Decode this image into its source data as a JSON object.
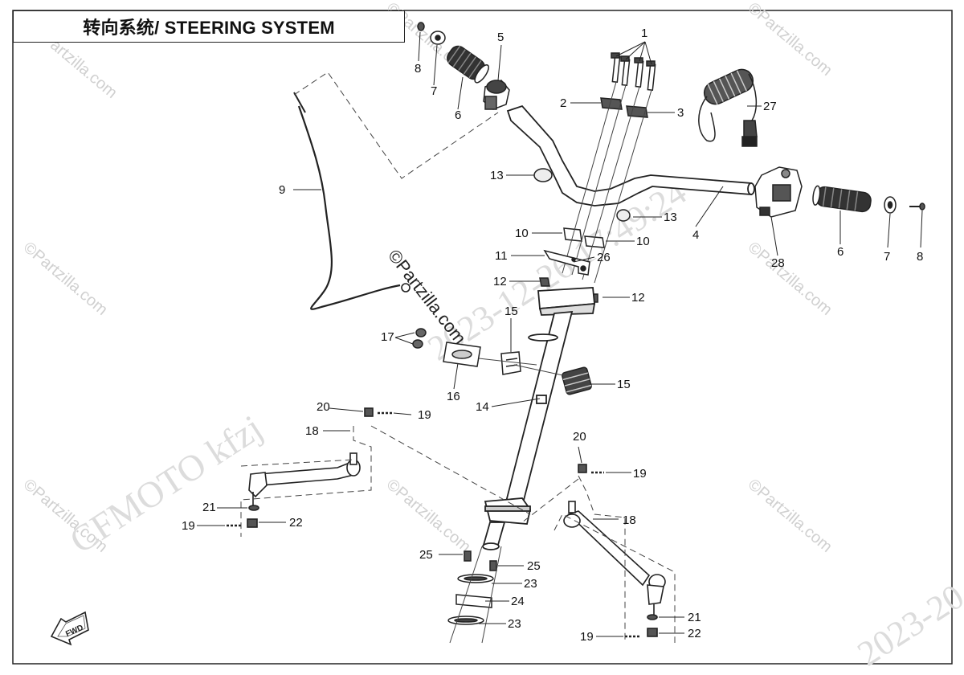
{
  "title": "转向系统/ STEERING SYSTEM",
  "fwd_label": "FWD",
  "watermarks": {
    "partzilla": "©Partzilla.com",
    "cfmoto": "CFMOTO  kfzj",
    "timestamp": "2023-12-26  17:49:24",
    "corner": "2023-20"
  },
  "callouts": [
    {
      "id": "c1",
      "text": "1"
    },
    {
      "id": "c2",
      "text": "2"
    },
    {
      "id": "c3",
      "text": "3"
    },
    {
      "id": "c4",
      "text": "4"
    },
    {
      "id": "c5",
      "text": "5"
    },
    {
      "id": "c6a",
      "text": "6"
    },
    {
      "id": "c6b",
      "text": "6"
    },
    {
      "id": "c7a",
      "text": "7"
    },
    {
      "id": "c7b",
      "text": "7"
    },
    {
      "id": "c8a",
      "text": "8"
    },
    {
      "id": "c8b",
      "text": "8"
    },
    {
      "id": "c9",
      "text": "9"
    },
    {
      "id": "c10a",
      "text": "10"
    },
    {
      "id": "c10b",
      "text": "10"
    },
    {
      "id": "c11",
      "text": "11"
    },
    {
      "id": "c12a",
      "text": "12"
    },
    {
      "id": "c12b",
      "text": "12"
    },
    {
      "id": "c13a",
      "text": "13"
    },
    {
      "id": "c13b",
      "text": "13"
    },
    {
      "id": "c14",
      "text": "14"
    },
    {
      "id": "c15a",
      "text": "15"
    },
    {
      "id": "c15b",
      "text": "15"
    },
    {
      "id": "c16",
      "text": "16"
    },
    {
      "id": "c17",
      "text": "17"
    },
    {
      "id": "c18a",
      "text": "18"
    },
    {
      "id": "c18b",
      "text": "18"
    },
    {
      "id": "c19a",
      "text": "19"
    },
    {
      "id": "c19b",
      "text": "19"
    },
    {
      "id": "c19c",
      "text": "19"
    },
    {
      "id": "c19d",
      "text": "19"
    },
    {
      "id": "c20a",
      "text": "20"
    },
    {
      "id": "c20b",
      "text": "20"
    },
    {
      "id": "c21a",
      "text": "21"
    },
    {
      "id": "c21b",
      "text": "21"
    },
    {
      "id": "c22a",
      "text": "22"
    },
    {
      "id": "c22b",
      "text": "22"
    },
    {
      "id": "c23a",
      "text": "23"
    },
    {
      "id": "c23b",
      "text": "23"
    },
    {
      "id": "c24",
      "text": "24"
    },
    {
      "id": "c25a",
      "text": "25"
    },
    {
      "id": "c25b",
      "text": "25"
    },
    {
      "id": "c26",
      "text": "26"
    },
    {
      "id": "c27",
      "text": "27"
    },
    {
      "id": "c28",
      "text": "28"
    }
  ]
}
